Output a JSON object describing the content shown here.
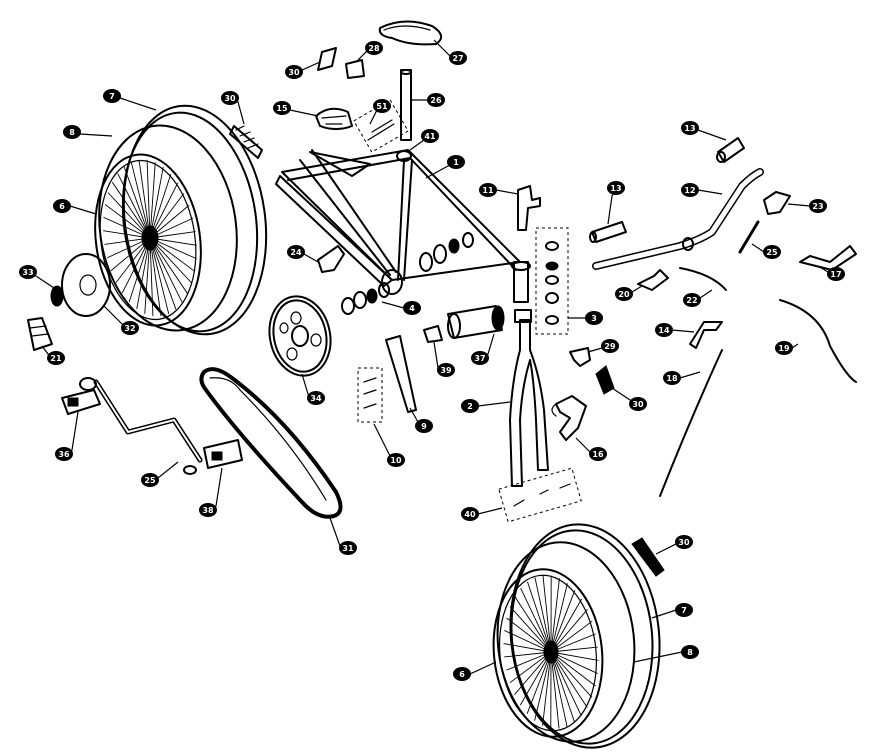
{
  "diagram": {
    "callouts": [
      {
        "id": "c1",
        "label": "1"
      },
      {
        "id": "c2",
        "label": "2"
      },
      {
        "id": "c3",
        "label": "3"
      },
      {
        "id": "c4",
        "label": "4"
      },
      {
        "id": "c6a",
        "label": "6"
      },
      {
        "id": "c6b",
        "label": "6"
      },
      {
        "id": "c7a",
        "label": "7"
      },
      {
        "id": "c7b",
        "label": "7"
      },
      {
        "id": "c8a",
        "label": "8"
      },
      {
        "id": "c8b",
        "label": "8"
      },
      {
        "id": "c9",
        "label": "9"
      },
      {
        "id": "c10",
        "label": "10"
      },
      {
        "id": "c11",
        "label": "11"
      },
      {
        "id": "c12",
        "label": "12"
      },
      {
        "id": "c13a",
        "label": "13"
      },
      {
        "id": "c13b",
        "label": "13"
      },
      {
        "id": "c14",
        "label": "14"
      },
      {
        "id": "c15",
        "label": "15"
      },
      {
        "id": "c16",
        "label": "16"
      },
      {
        "id": "c17",
        "label": "17"
      },
      {
        "id": "c18",
        "label": "18"
      },
      {
        "id": "c19",
        "label": "19"
      },
      {
        "id": "c20",
        "label": "20"
      },
      {
        "id": "c21",
        "label": "21"
      },
      {
        "id": "c22",
        "label": "22"
      },
      {
        "id": "c23",
        "label": "23"
      },
      {
        "id": "c24",
        "label": "24"
      },
      {
        "id": "c25a",
        "label": "25"
      },
      {
        "id": "c25b",
        "label": "25"
      },
      {
        "id": "c26",
        "label": "26"
      },
      {
        "id": "c27",
        "label": "27"
      },
      {
        "id": "c28",
        "label": "28"
      },
      {
        "id": "c29",
        "label": "29"
      },
      {
        "id": "c30a",
        "label": "30"
      },
      {
        "id": "c30b",
        "label": "30"
      },
      {
        "id": "c30c",
        "label": "30"
      },
      {
        "id": "c30d",
        "label": "30"
      },
      {
        "id": "c31",
        "label": "31"
      },
      {
        "id": "c32",
        "label": "32"
      },
      {
        "id": "c33",
        "label": "33"
      },
      {
        "id": "c34",
        "label": "34"
      },
      {
        "id": "c36",
        "label": "36"
      },
      {
        "id": "c37",
        "label": "37"
      },
      {
        "id": "c38",
        "label": "38"
      },
      {
        "id": "c39",
        "label": "39"
      },
      {
        "id": "c40",
        "label": "40"
      },
      {
        "id": "c41",
        "label": "41"
      },
      {
        "id": "c51",
        "label": "51"
      }
    ]
  }
}
